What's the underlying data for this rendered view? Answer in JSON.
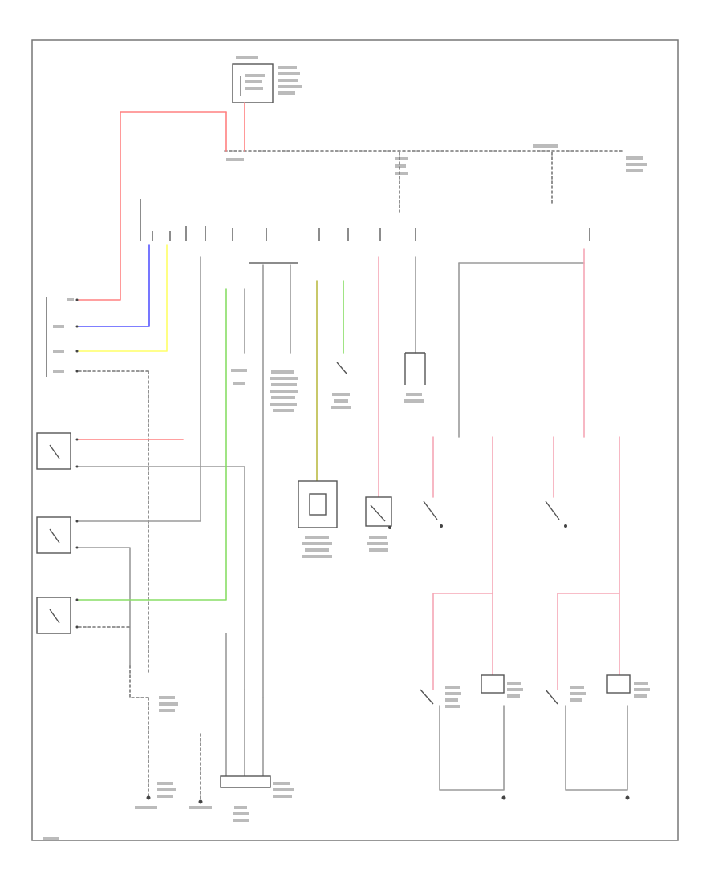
{
  "diagram": {
    "colors": {
      "red_wire": "#ff8080",
      "pink_wire": "#f5a7b5",
      "blue_wire": "#5555ff",
      "yellow_wire": "#ffff66",
      "green_wire": "#88dd66",
      "olive_wire": "#bbbb44",
      "gray_wire": "#999999"
    },
    "components": [
      {
        "id": "top-module",
        "label": ""
      },
      {
        "id": "door-lock-switch",
        "label": ""
      },
      {
        "id": "relay",
        "label": ""
      },
      {
        "id": "left-front-switch",
        "label": ""
      },
      {
        "id": "right-front-switch",
        "label": ""
      },
      {
        "id": "tailgate-switch",
        "label": ""
      },
      {
        "id": "center-module",
        "label": ""
      },
      {
        "id": "switch-a",
        "label": ""
      },
      {
        "id": "switch-b",
        "label": ""
      },
      {
        "id": "switch-c",
        "label": ""
      },
      {
        "id": "motor-lf",
        "label": ""
      },
      {
        "id": "motor-lr",
        "label": ""
      },
      {
        "id": "motor-rf",
        "label": ""
      },
      {
        "id": "motor-rr",
        "label": ""
      }
    ]
  }
}
